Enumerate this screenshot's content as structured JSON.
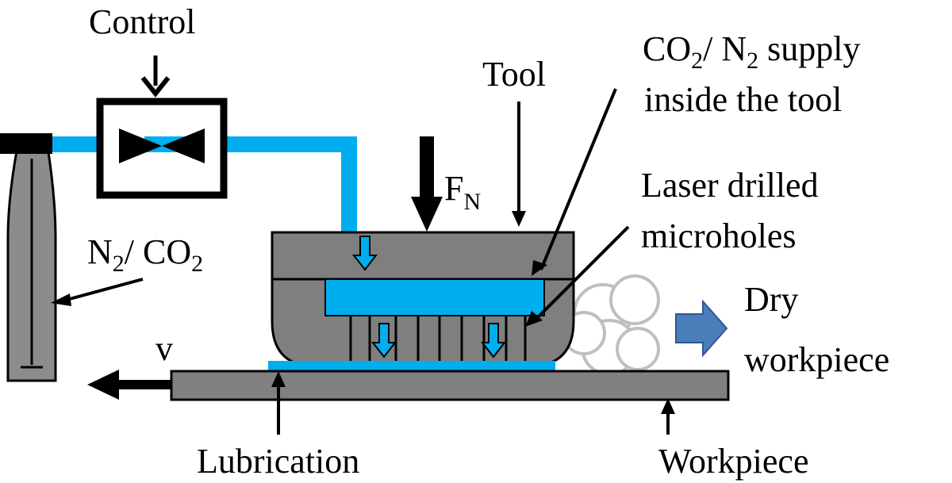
{
  "labels": {
    "control": "Control",
    "tool": "Tool",
    "supply": {
      "line1_pre": "CO",
      "line1_sub1": "2",
      "line1_mid": "/ N",
      "line1_sub2": "2",
      "line1_post": " supply",
      "line2": "inside the tool"
    },
    "force": {
      "main": "F",
      "sub": "N"
    },
    "laser": {
      "line1": "Laser drilled",
      "line2": "microholes"
    },
    "gas": {
      "pre": "N",
      "sub1": "2",
      "mid": "/ CO",
      "sub2": "2"
    },
    "velocity": "v",
    "dry": {
      "line1": "Dry",
      "line2": "workpiece"
    },
    "lubrication": "Lubrication",
    "workpiece": "Workpiece"
  },
  "colors": {
    "supply_line": "#00aeef",
    "tool_body": "#7f7f7f",
    "workpiece": "#808080",
    "cylinder": "#8c8c8c",
    "dry_arrow": "#4a7ebb",
    "outline": "#000000"
  }
}
